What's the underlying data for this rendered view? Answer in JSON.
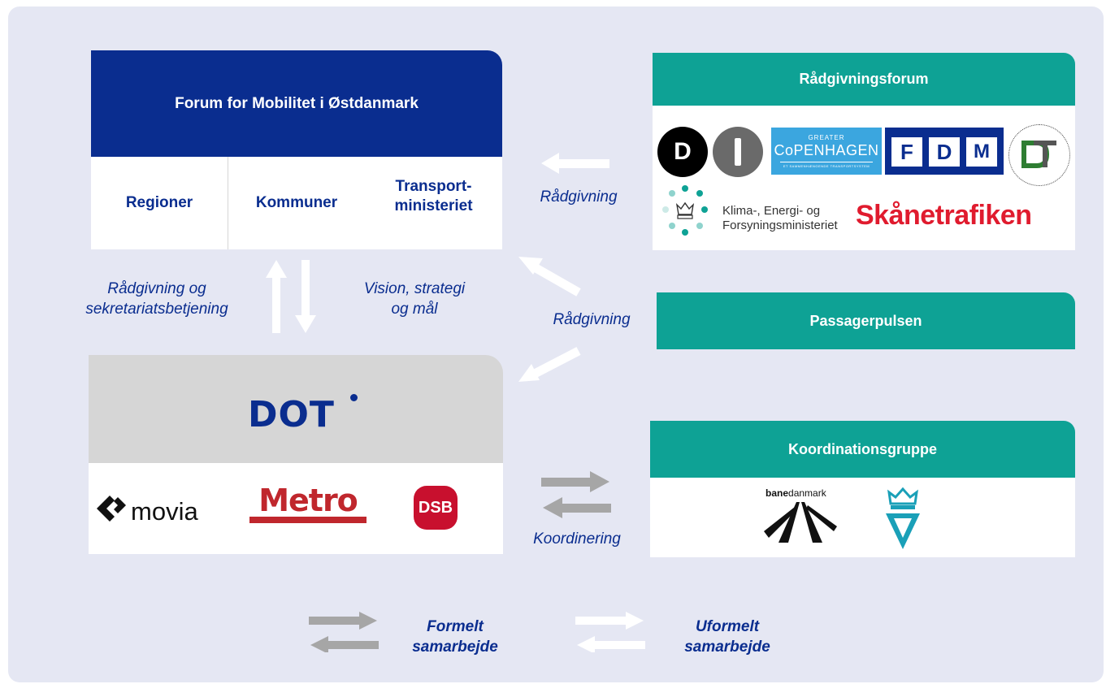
{
  "forum": {
    "title": "Forum for Mobilitet i Østdanmark",
    "members": [
      "Regioner",
      "Kommuner",
      "Transport-",
      "ministeriet"
    ]
  },
  "labels": {
    "left_advice_1": "Rådgivning og",
    "left_advice_2": "sekretariatsbetjening",
    "vision_1": "Vision, strategi",
    "vision_2": "og mål",
    "advice_top": "Rådgivning",
    "advice_mid": "Rådgivning",
    "coordination": "Koordinering"
  },
  "dot": {
    "logo": "DOT",
    "operators": [
      "movia",
      "Metro",
      "DSB"
    ]
  },
  "raadgivningsforum": {
    "title": "Rådgivningsforum",
    "logos": {
      "di_1": "D",
      "greater_small": "GREATER",
      "copenhagen": "CoPENHAGEN",
      "copenhagen_tag": "ET SAMMENHÆNGENDE TRANSPORTSYSTEM",
      "fdm": [
        "F",
        "D",
        "M"
      ],
      "kefm_1": "Klima-, Energi- og",
      "kefm_2": "Forsyningsministeriet",
      "skanetrafiken": "Skånetrafiken"
    }
  },
  "passagerpulsen": {
    "title": "Passagerpulsen"
  },
  "koordinationsgruppe": {
    "title": "Koordinationsgruppe",
    "banedanmark_1": "bane",
    "banedanmark_2": "danmark"
  },
  "legend": {
    "formal_1": "Formelt",
    "formal_2": "samarbejde",
    "informal_1": "Uformelt",
    "informal_2": "samarbejde"
  },
  "colors": {
    "navy": "#0a2d8f",
    "teal": "#0ea295",
    "panel_bg": "#e5e7f3",
    "dot_gray": "#d6d6d6",
    "arrow_gray": "#a6a6a6",
    "metro_red": "#c0272d",
    "dsb_red": "#c8102e"
  }
}
